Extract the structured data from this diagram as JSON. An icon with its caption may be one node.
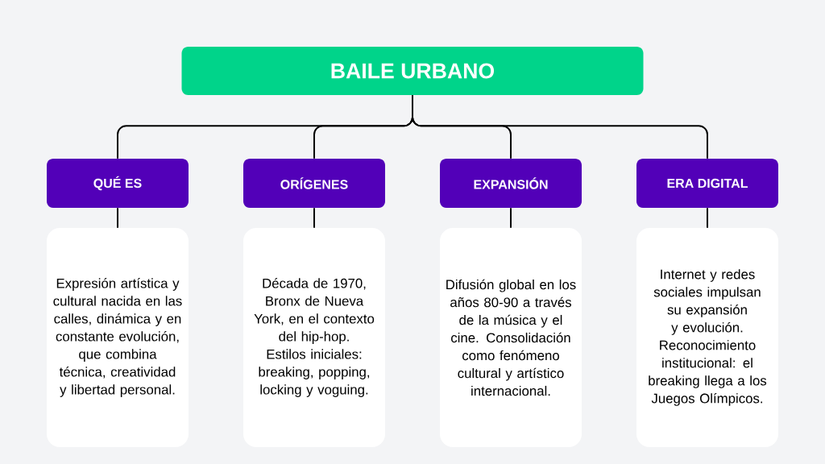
{
  "diagram": {
    "nodes": [
      {
        "text": [
          "BAILE URBANO"
        ]
      },
      {
        "text": [
          "QUÉ ES"
        ]
      },
      {
        "text": [
          "ORÍGENES"
        ]
      },
      {
        "text": [
          "EXPANSIÓN"
        ]
      },
      {
        "text": [
          "ERA DIGITAL"
        ]
      },
      {
        "text": [
          "Expresión artística y cultural nacida en las calles, dinámica y en constante evolución, que combina técnica, creatividad y libertad personal."
        ]
      },
      {
        "text": [
          "Década de 1970, Bronx de Nueva York, en el contexto del hip-hop. Estilos iniciales: breaking, popping, locking y voguing."
        ]
      },
      {
        "text": [
          "Difusión global en los años 80-90 a través de la música y el cine. Consolidación como fenómeno cultural y artístico internacional."
        ]
      },
      {
        "text": [
          "Internet y redes sociales impulsan su expansión y evolución. Reconocimiento institucional: el breaking llega a los Juegos Olímpicos."
        ]
      }
    ],
    "edges": [
      {
        "from": 0,
        "to": 1,
        "arrow": "none"
      },
      {
        "from": 0,
        "to": 2,
        "arrow": "none"
      },
      {
        "from": 0,
        "to": 3,
        "arrow": "none"
      },
      {
        "from": 0,
        "to": 4,
        "arrow": "none"
      },
      {
        "from": 1,
        "to": 5,
        "arrow": "none"
      },
      {
        "from": 2,
        "to": 6,
        "arrow": "none"
      },
      {
        "from": 3,
        "to": 7,
        "arrow": "none"
      },
      {
        "from": 4,
        "to": 8,
        "arrow": "none"
      }
    ]
  }
}
